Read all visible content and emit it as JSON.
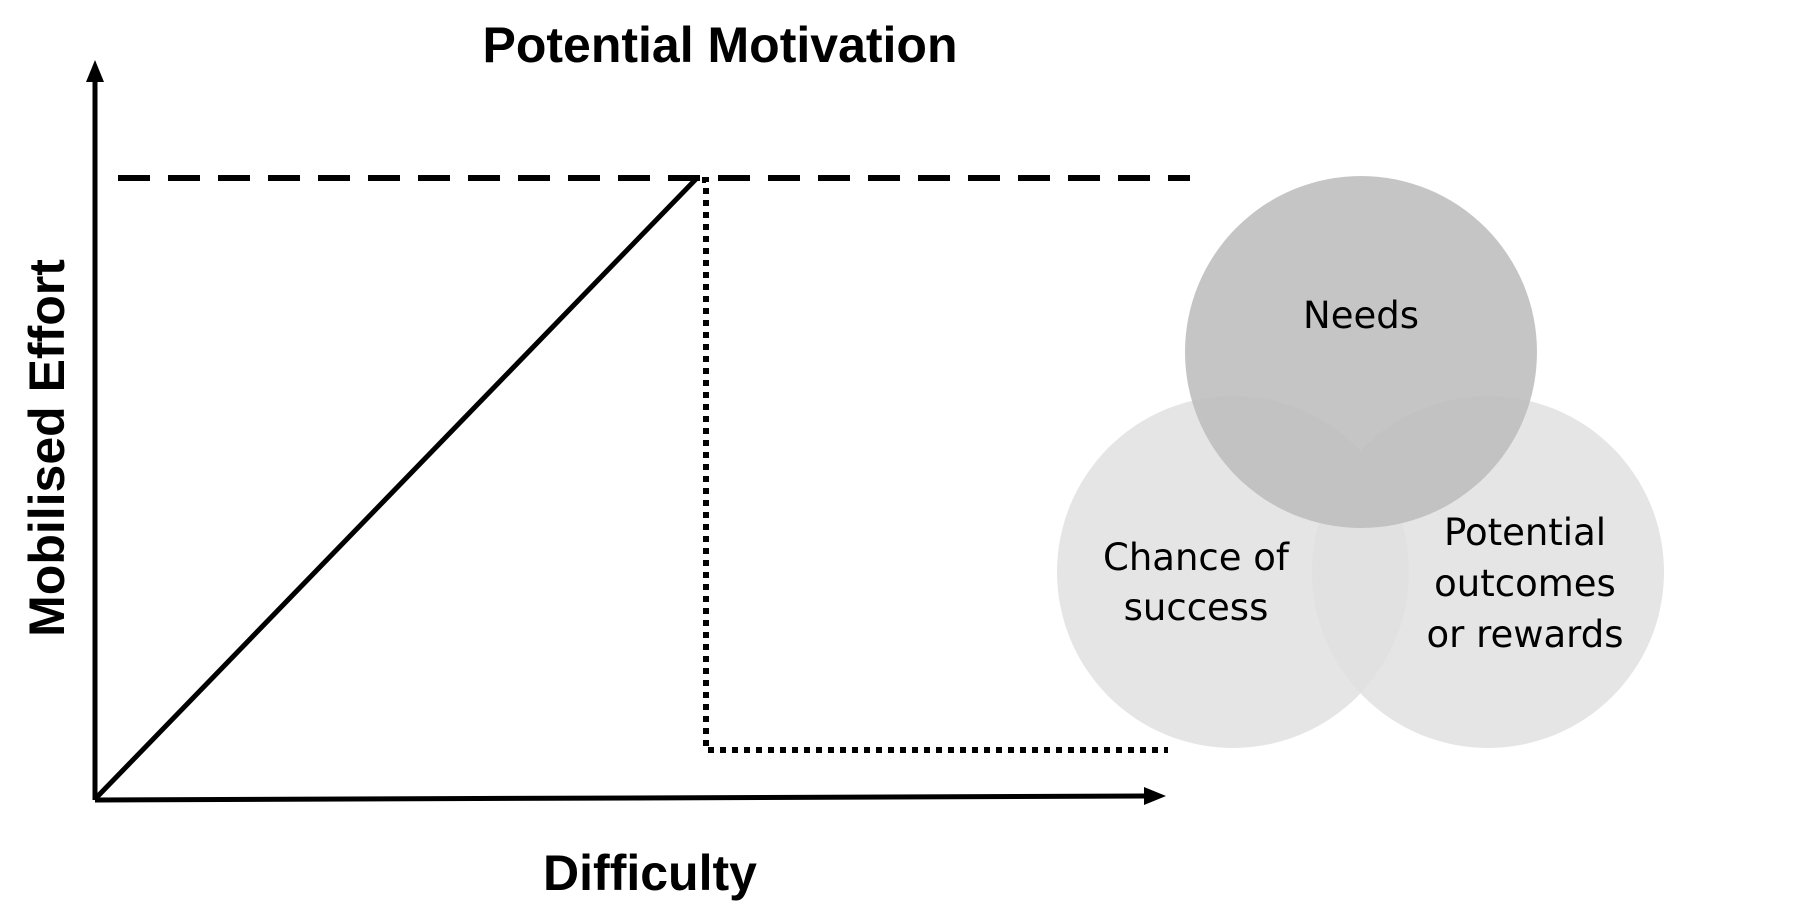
{
  "diagram": {
    "title": "Potential Motivation",
    "x_axis_label": "Difficulty",
    "y_axis_label": "Mobilised Effort",
    "colors": {
      "line": "#000000",
      "circle_needs": "#bdbdbd",
      "circle_chance": "#e0e0e0",
      "circle_rewards": "#e0e0e0"
    },
    "circles": {
      "needs": {
        "lines": [
          "Needs"
        ]
      },
      "chance": {
        "lines": [
          "Chance of",
          "success"
        ]
      },
      "rewards": {
        "lines": [
          "Potential",
          "outcomes",
          "or rewards"
        ]
      }
    }
  }
}
